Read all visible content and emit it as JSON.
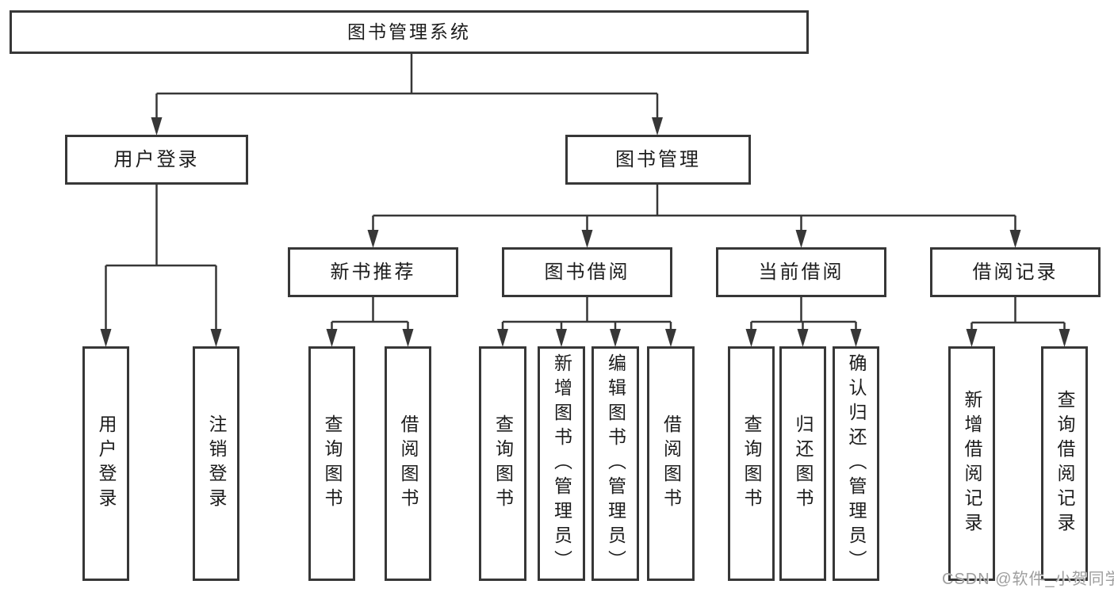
{
  "colors": {
    "line": "#373737",
    "box_border": "#373737",
    "text": "#1c1c1c",
    "background": "#ffffff",
    "watermark": "#9e9e9e"
  },
  "watermark": "CSDN @软件_小贺同学",
  "tree": {
    "label": "图书管理系统",
    "children": [
      {
        "label": "用户登录",
        "children": [
          {
            "label": "用户登录"
          },
          {
            "label": "注销登录"
          }
        ]
      },
      {
        "label": "图书管理",
        "children": [
          {
            "label": "新书推荐",
            "children": [
              {
                "label": "查询图书"
              },
              {
                "label": "借阅图书"
              }
            ]
          },
          {
            "label": "图书借阅",
            "children": [
              {
                "label": "查询图书"
              },
              {
                "label": "新增图书（管理员）"
              },
              {
                "label": "编辑图书（管理员）"
              },
              {
                "label": "借阅图书"
              }
            ]
          },
          {
            "label": "当前借阅",
            "children": [
              {
                "label": "查询图书"
              },
              {
                "label": "归还图书"
              },
              {
                "label": "确认归还（管理员）"
              }
            ]
          },
          {
            "label": "借阅记录",
            "children": [
              {
                "label": "新增借阅记录"
              },
              {
                "label": "查询借阅记录"
              }
            ]
          }
        ]
      }
    ]
  }
}
